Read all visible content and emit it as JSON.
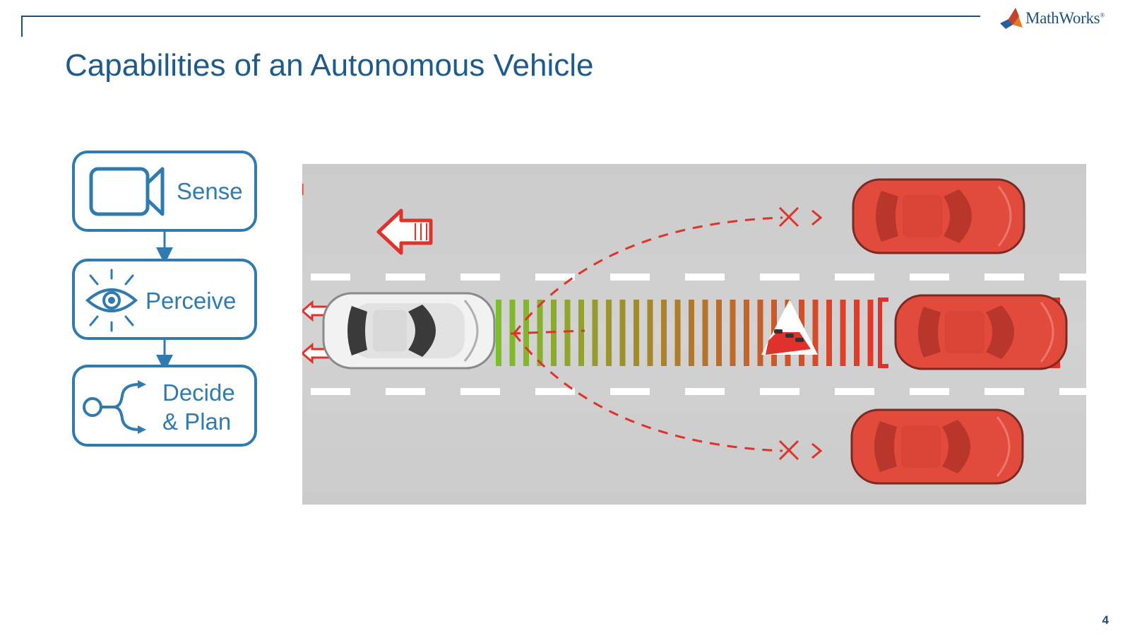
{
  "header": {
    "logo_text": "MathWorks",
    "logo_mark": "®"
  },
  "slide": {
    "title": "Capabilities of an Autonomous Vehicle",
    "page_number": "4"
  },
  "pipeline": {
    "stages": [
      {
        "label": "Sense",
        "icon": "video-camera-icon"
      },
      {
        "label": "Perceive",
        "icon": "eye-icon"
      },
      {
        "label": "Decide\n& Plan",
        "icon": "branch-decision-icon"
      }
    ]
  },
  "scene": {
    "road_color": "#d0d0d0",
    "lane_color": "#ffffff",
    "vehicle_color": "#e24a3b",
    "path_color": "#e0322a",
    "distance_gradient": [
      "#7cbf2a",
      "#e6362a"
    ]
  },
  "colors": {
    "brand": "#1f4e79",
    "accent": "#2f7bb0"
  }
}
